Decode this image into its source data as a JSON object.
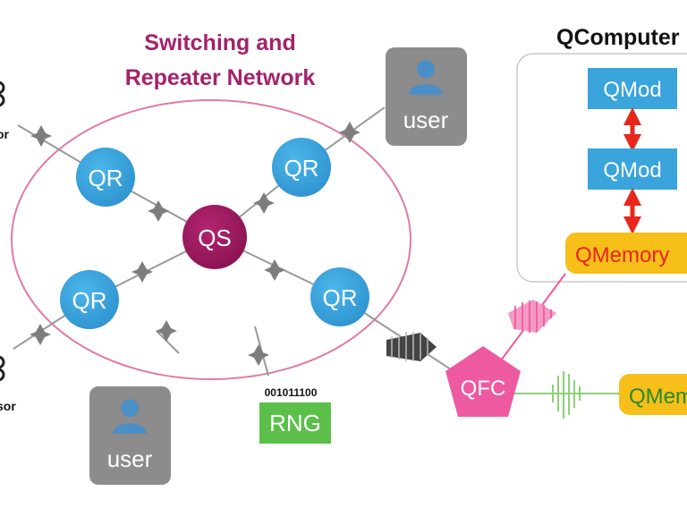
{
  "network": {
    "title_line1": "Switching and",
    "title_line2": "Repeater Network"
  },
  "nodes": {
    "qr": "QR",
    "qs": "QS",
    "qfc": "QFC",
    "rng": "RNG",
    "rng_bits": "001011100",
    "user": "user",
    "sensor_top_fragment": "or",
    "sensor_bottom_fragment": "sor"
  },
  "computer": {
    "title": "QComputer",
    "module1": "QMod",
    "module2": "QMod",
    "memory": "QMemory"
  },
  "memory2": {
    "label": "QMemory"
  },
  "colors": {
    "qr_blue": "#3aa4dc",
    "qs_magenta": "#a0195f",
    "title_magenta": "#a3226a",
    "ellipse_pink": "#e07aa8",
    "qfc_pink": "#ee5aa0",
    "user_gray": "#8c8c8c",
    "rng_green": "#5cbf4a",
    "qmod_blue": "#3aa4dc",
    "memory_yellow": "#f6bf1a",
    "memory_text_red": "#e8261c",
    "memory2_text_green": "#2a8a2a",
    "arrow_red": "#e8261c",
    "photon_dark": "#555555",
    "photon_pink": "#ee5aa0",
    "photon_green": "#8fd07a"
  },
  "icons": [
    "user-silhouette-icon",
    "sensor-icon",
    "photon-packet-icon",
    "double-arrow-icon"
  ]
}
